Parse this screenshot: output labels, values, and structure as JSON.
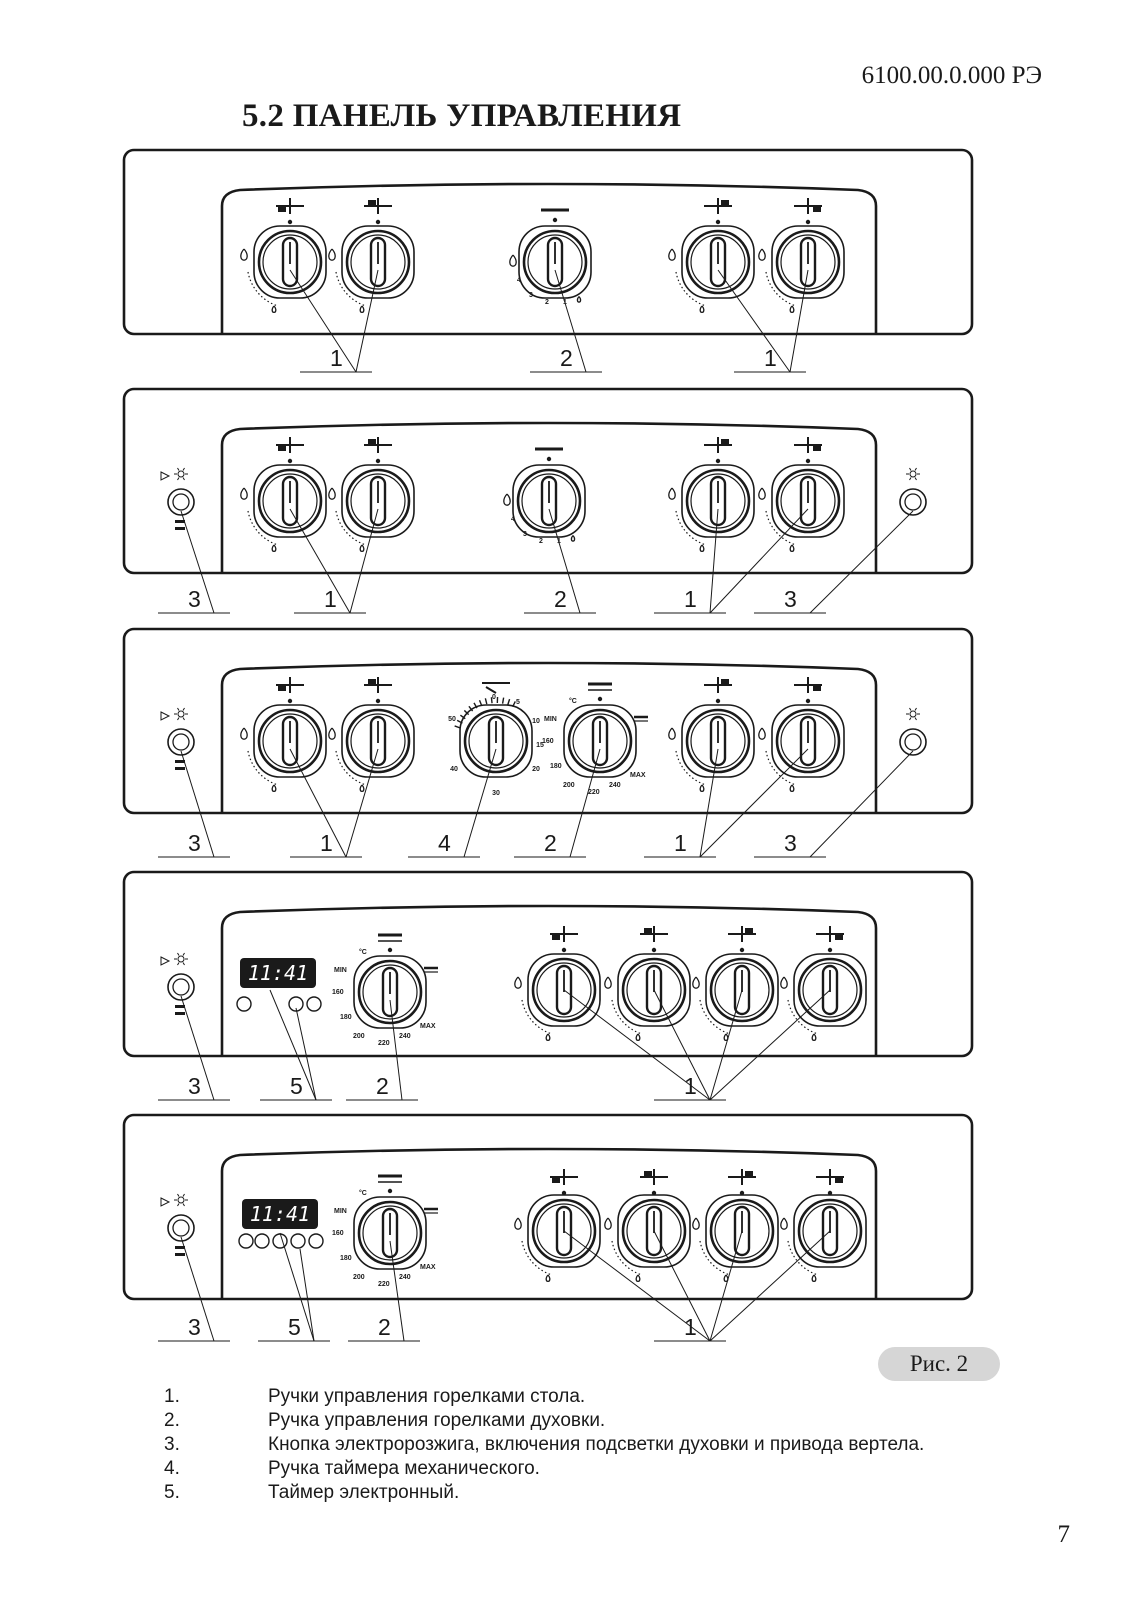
{
  "header": {
    "doc_code": "6100.00.0.000 РЭ",
    "title": "5.2 ПАНЕЛЬ УПРАВЛЕНИЯ"
  },
  "figure": {
    "caption": "Рис. 2",
    "panels": [
      {
        "callouts": [
          "1",
          "2",
          "1"
        ]
      },
      {
        "callouts": [
          "3",
          "1",
          "2",
          "1",
          "3"
        ]
      },
      {
        "callouts": [
          "3",
          "1",
          "4",
          "2",
          "1",
          "3"
        ]
      },
      {
        "callouts": [
          "3",
          "5",
          "2",
          "1"
        ],
        "timer_display": "11:41"
      },
      {
        "callouts": [
          "3",
          "5",
          "2",
          "1"
        ],
        "timer_display": "11:41"
      }
    ],
    "oven_scale": {
      "min": "MIN",
      "max": "MAX",
      "unit": "°C",
      "temps": [
        "160",
        "180",
        "200",
        "220",
        "240"
      ]
    },
    "gas_oven_scale": [
      "4",
      "3",
      "2",
      "1"
    ],
    "timer_scale": [
      "0",
      "5",
      "10",
      "15",
      "20",
      "30",
      "40",
      "50"
    ]
  },
  "legend": [
    {
      "num": "1.",
      "text": "Ручки управления горелками стола."
    },
    {
      "num": "2.",
      "text": "Ручка управления горелками духовки."
    },
    {
      "num": "3.",
      "text": "Кнопка электророзжига, включения подсветки духовки и привода вертела."
    },
    {
      "num": "4.",
      "text": "Ручка таймера механического."
    },
    {
      "num": "5.",
      "text": "Таймер электронный."
    }
  ],
  "footer": {
    "page_number": "7"
  }
}
